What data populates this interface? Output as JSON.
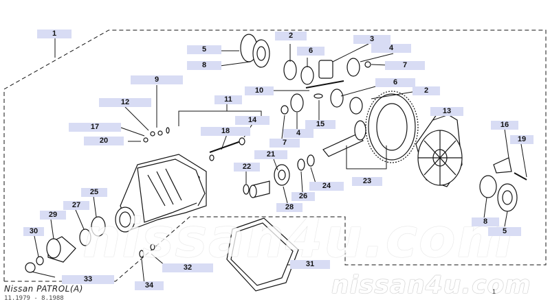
{
  "diagram": {
    "callouts": [
      {
        "id": "c1",
        "label": "1"
      },
      {
        "id": "c2a",
        "label": "2"
      },
      {
        "id": "c3",
        "label": "3"
      },
      {
        "id": "c5a",
        "label": "5"
      },
      {
        "id": "c6a",
        "label": "6"
      },
      {
        "id": "c4a",
        "label": "4"
      },
      {
        "id": "c8a",
        "label": "8"
      },
      {
        "id": "c7a",
        "label": "7"
      },
      {
        "id": "c9",
        "label": "9"
      },
      {
        "id": "c10",
        "label": "10"
      },
      {
        "id": "c6b",
        "label": "6"
      },
      {
        "id": "c2b",
        "label": "2"
      },
      {
        "id": "c12",
        "label": "12"
      },
      {
        "id": "c11",
        "label": "11"
      },
      {
        "id": "c13",
        "label": "13"
      },
      {
        "id": "c14",
        "label": "14"
      },
      {
        "id": "c15",
        "label": "15"
      },
      {
        "id": "c17",
        "label": "17"
      },
      {
        "id": "c18",
        "label": "18"
      },
      {
        "id": "c4b",
        "label": "4"
      },
      {
        "id": "c16",
        "label": "16"
      },
      {
        "id": "c20",
        "label": "20"
      },
      {
        "id": "c7b",
        "label": "7"
      },
      {
        "id": "c19",
        "label": "19"
      },
      {
        "id": "c21",
        "label": "21"
      },
      {
        "id": "c22",
        "label": "22"
      },
      {
        "id": "c23",
        "label": "23"
      },
      {
        "id": "c24",
        "label": "24"
      },
      {
        "id": "c25",
        "label": "25"
      },
      {
        "id": "c26",
        "label": "26"
      },
      {
        "id": "c27",
        "label": "27"
      },
      {
        "id": "c28",
        "label": "28"
      },
      {
        "id": "c29",
        "label": "29"
      },
      {
        "id": "c8b",
        "label": "8"
      },
      {
        "id": "c5b",
        "label": "5"
      },
      {
        "id": "c30",
        "label": "30"
      },
      {
        "id": "c31",
        "label": "31"
      },
      {
        "id": "c32",
        "label": "32"
      },
      {
        "id": "c33",
        "label": "33"
      },
      {
        "id": "c34",
        "label": "34"
      }
    ]
  },
  "footer": {
    "title": "Nissan PATROL(A)",
    "dates": "11.1979 - 8.1988",
    "mark": "1"
  },
  "watermark": {
    "large": "nissan4u.com",
    "small": "nissan4u.com"
  },
  "colors": {
    "callout_bg": "#d8dcf4",
    "line": "#111111"
  }
}
